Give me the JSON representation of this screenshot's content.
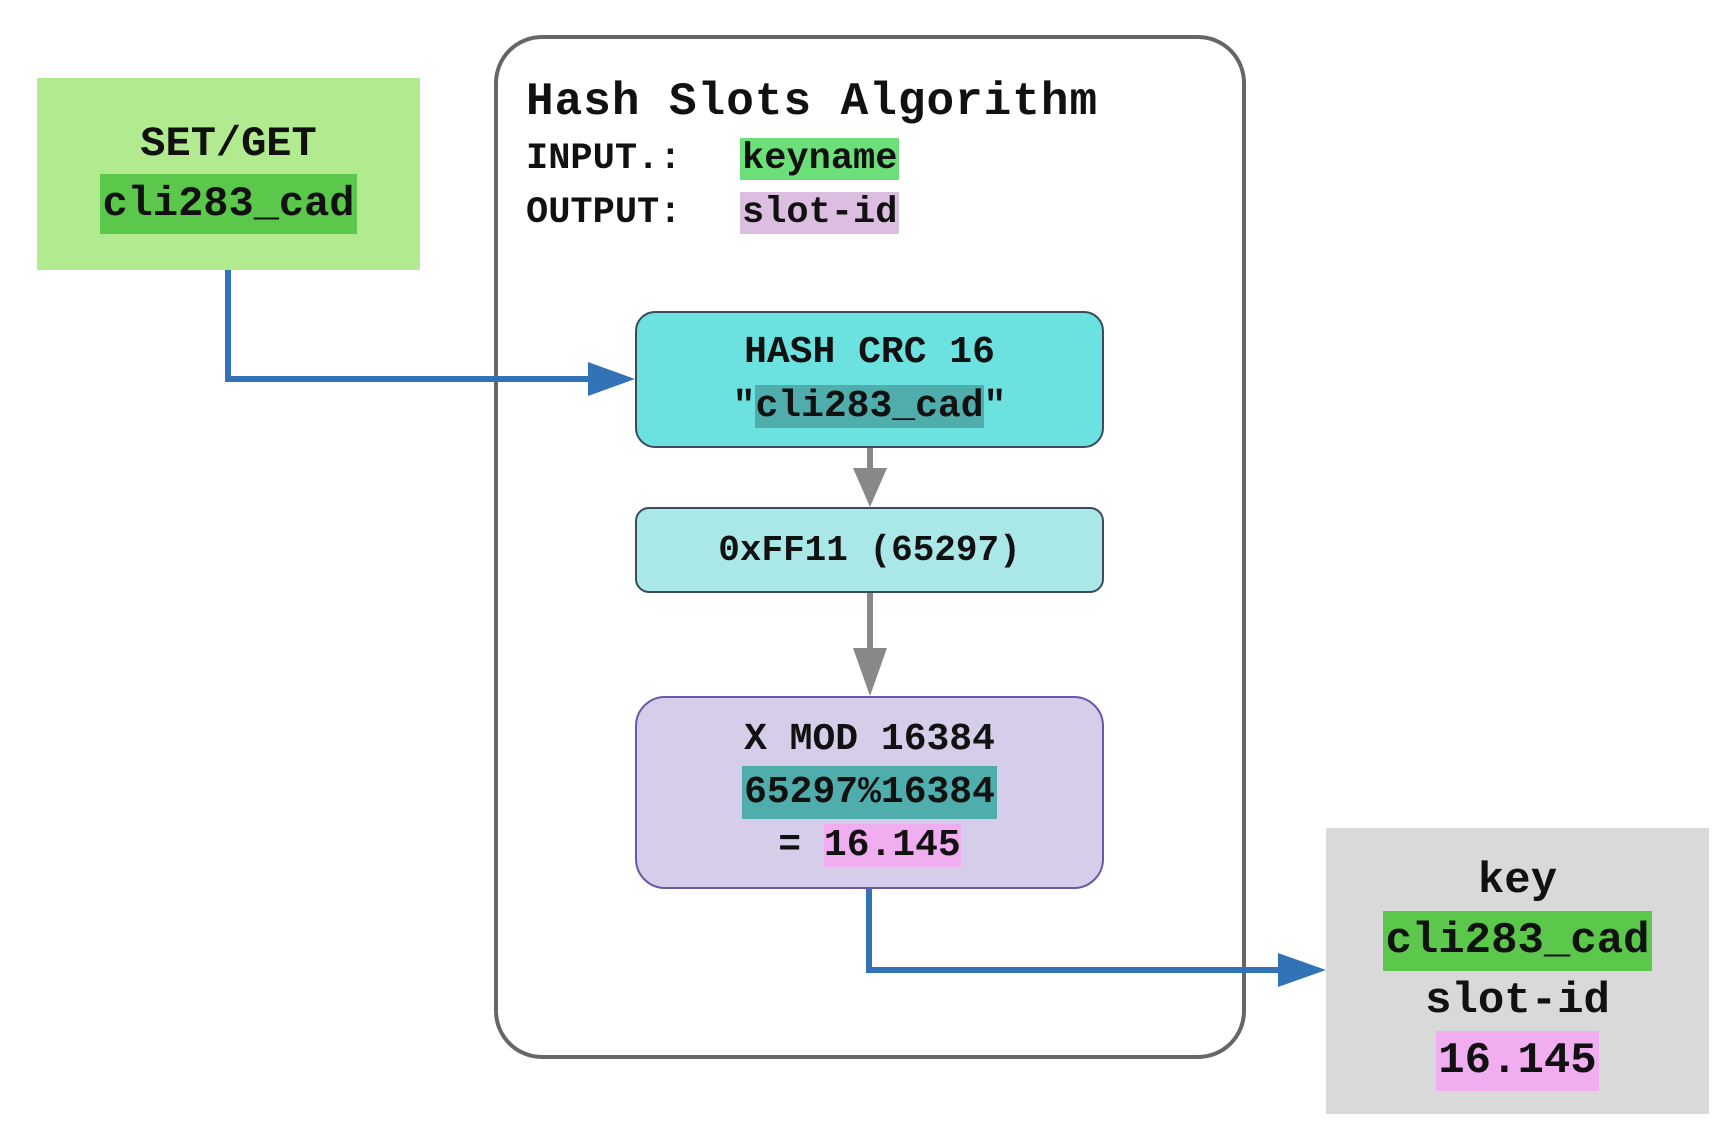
{
  "input_box": {
    "command": "SET/GET",
    "key": "cli283_cad"
  },
  "algorithm": {
    "title": "Hash Slots Algorithm",
    "input_label": "INPUT.:",
    "input_value": "keyname",
    "output_label": "OUTPUT:",
    "output_value": "slot-id",
    "hash_step": {
      "title": "HASH CRC 16",
      "quote_open": "\"",
      "key": "cli283_cad",
      "quote_close": "\""
    },
    "hash_result": "0xFF11 (65297)",
    "mod_step": {
      "title": "X MOD 16384",
      "expression": "65297%16384",
      "equals": "= ",
      "result": "16.145"
    }
  },
  "output_box": {
    "key_label": "key",
    "key_value": "cli283_cad",
    "slot_label": "slot-id",
    "slot_value": "16.145"
  },
  "colors": {
    "flow_arrow": "#3273b8",
    "step_arrow": "#888888",
    "input_box": "#b1ea8f",
    "output_box": "#d9d9d9",
    "hash_box": "#6be1e0",
    "hex_box": "#aae8e7",
    "mod_box": "#d6cdea"
  }
}
